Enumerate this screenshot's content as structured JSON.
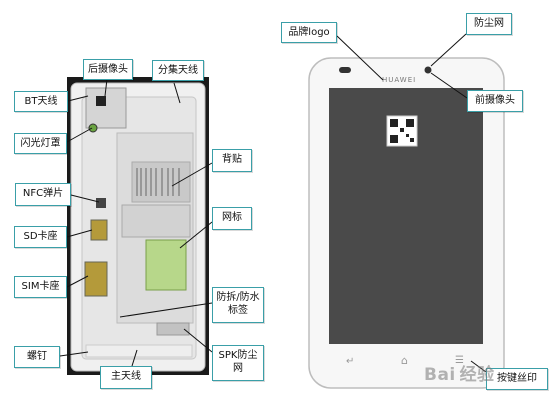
{
  "labels": {
    "rear_camera": "后摄像头",
    "diversity_antenna": "分集天线",
    "bt_antenna": "BT天线",
    "flash_cover": "闪光灯罩",
    "back_sticker": "背贴",
    "nfc_clip": "NFC弹片",
    "mesh_label": "网标",
    "sd_slot": "SD卡座",
    "sim_slot": "SIM卡座",
    "tamper_label": "防拆/防水标签",
    "screw": "螺钉",
    "main_antenna": "主天线",
    "spk_mesh": "SPK防尘网",
    "brand_logo": "品牌logo",
    "dust_mesh": "防尘网",
    "front_camera": "前摄像头",
    "button_silkscreen": "按键丝印"
  },
  "phone_front": {
    "logo_text": "HUAWEI",
    "nav_glyphs": [
      "↵",
      "⌂",
      "☰"
    ]
  },
  "watermark": "Bai 经验",
  "colors": {
    "label_border": "#3a9fa8",
    "phone_back": "#1a1a1a",
    "screen": "#4a4a4a",
    "frame": "#f2f2f2"
  }
}
